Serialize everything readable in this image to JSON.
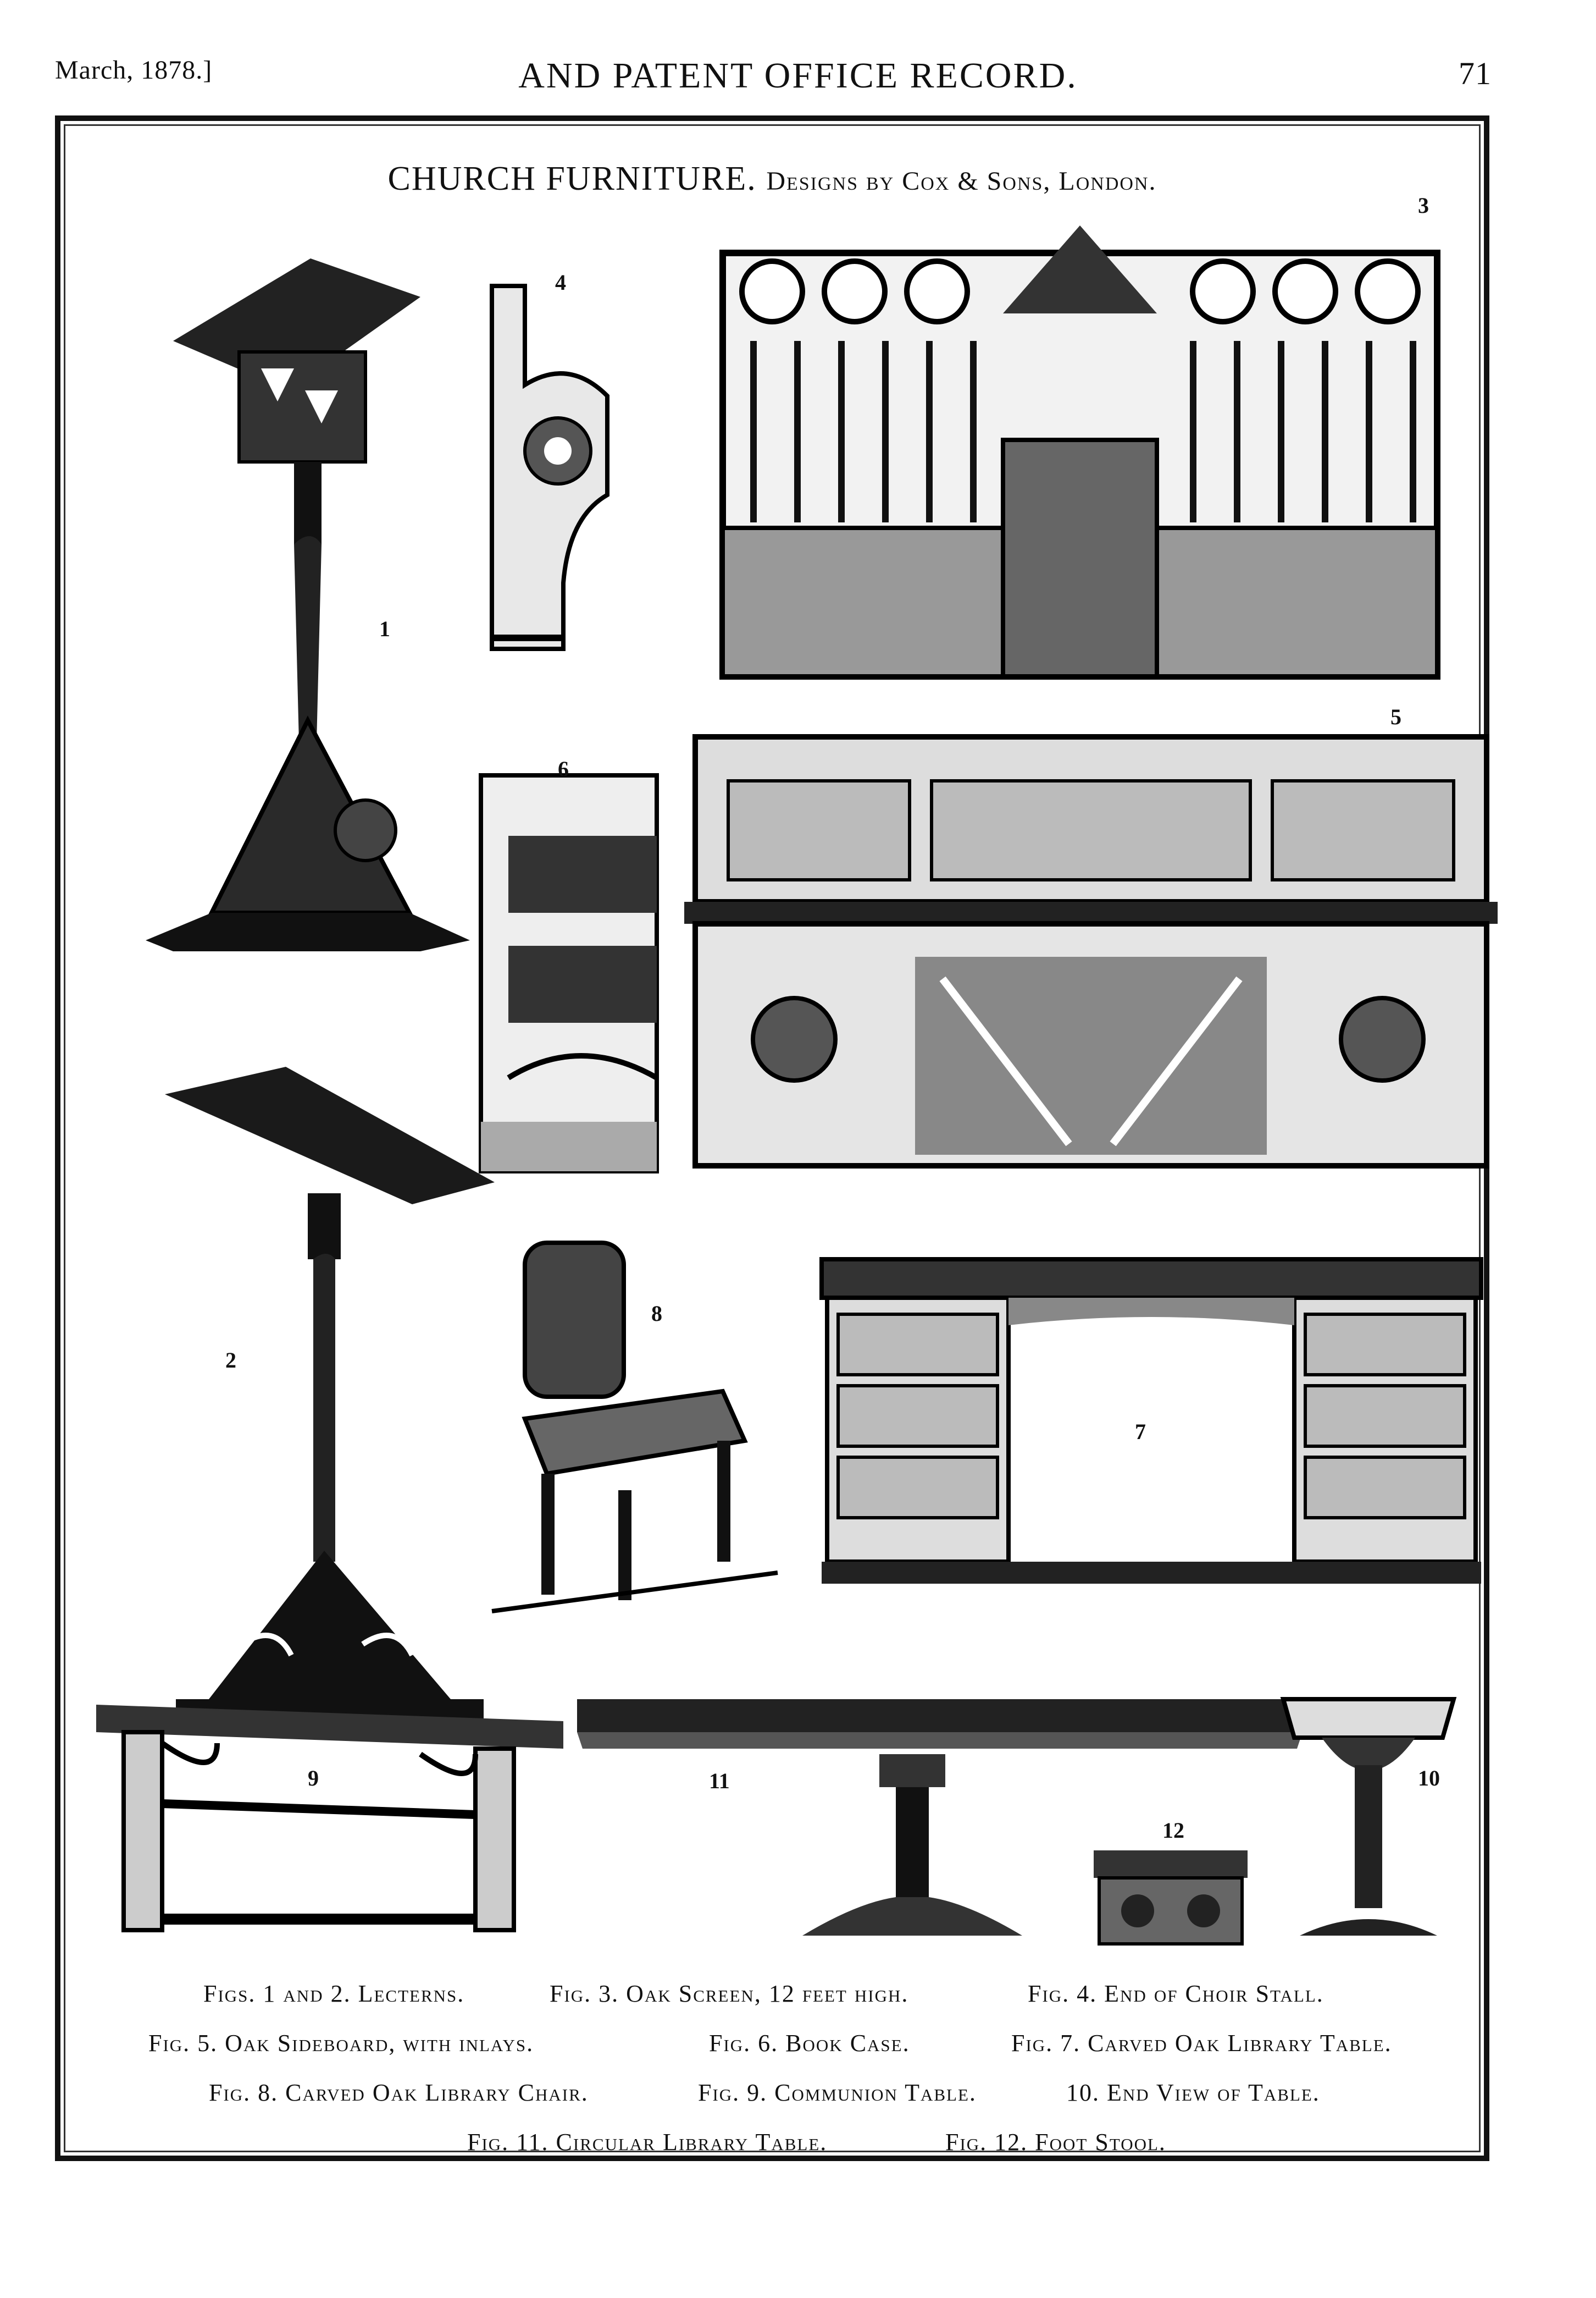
{
  "header": {
    "date": "March, 1878.]",
    "publication": "AND PATENT OFFICE RECORD.",
    "page_number": "71"
  },
  "plate": {
    "title": "CHURCH FURNITURE.",
    "subtitle": "Designs by Cox & Sons, London."
  },
  "figure_numbers": {
    "f1": "1",
    "f2": "2",
    "f3": "3",
    "f4": "4",
    "f5": "5",
    "f6": "6",
    "f7": "7",
    "f8": "8",
    "f9": "9",
    "f10": "10",
    "f11": "11",
    "f12": "12"
  },
  "captions": {
    "c1": "Figs. 1 and 2. Lecterns.",
    "c2": "Fig. 3. Oak Screen, 12 feet high.",
    "c3": "Fig. 4. End of Choir Stall.",
    "c4": "Fig. 5. Oak Sideboard, with inlays.",
    "c5": "Fig. 6. Book Case.",
    "c6": "Fig. 7. Carved Oak Library Table.",
    "c7": "Fig. 8. Carved Oak Library Chair.",
    "c8": "Fig. 9. Communion Table.",
    "c9": "10. End View of Table.",
    "c10": "Fig. 11. Circular Library Table.",
    "c11": "Fig. 12. Foot Stool."
  }
}
